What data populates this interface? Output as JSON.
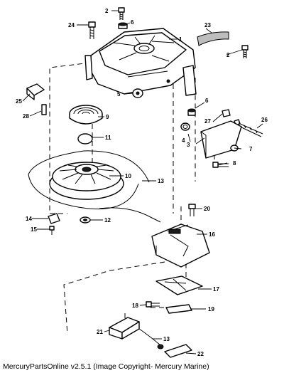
{
  "diagram": {
    "callouts": {
      "c1": "1",
      "c2a": "2",
      "c2b": "2",
      "c3": "3",
      "c4": "4",
      "c5": "5",
      "c6a": "6",
      "c6b": "6",
      "c7": "7",
      "c8": "8",
      "c9": "9",
      "c10": "10",
      "c11": "11",
      "c12": "12",
      "c13a": "13",
      "c13b": "13",
      "c14": "14",
      "c15": "15",
      "c16": "16",
      "c17": "17",
      "c18": "18",
      "c19": "19",
      "c20": "20",
      "c21": "21",
      "c22": "22",
      "c23": "23",
      "c24": "24",
      "c25": "25",
      "c26": "26",
      "c27": "27",
      "c28": "28"
    }
  },
  "caption": "MercuryPartsOnline v2.5.1 (Image Copyright- Mercury Marine)"
}
